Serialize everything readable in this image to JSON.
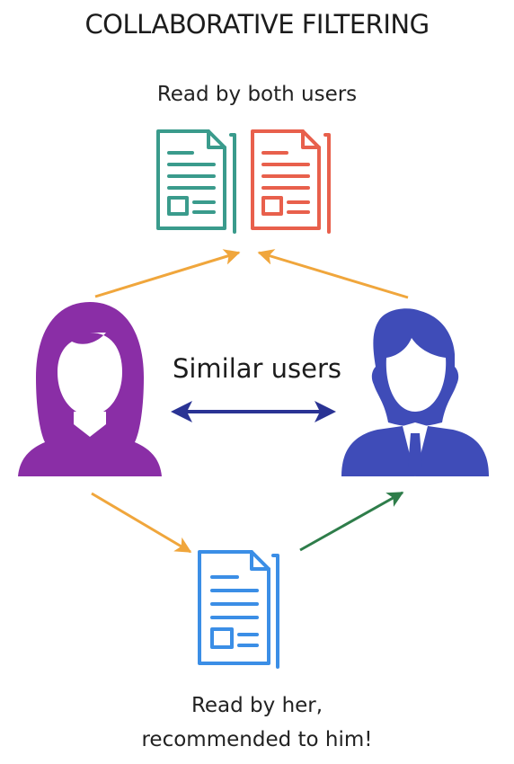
{
  "title": "COLLABORATIVE FILTERING",
  "top_caption": "Read by both users",
  "middle_label": "Similar users",
  "bottom_caption": {
    "line1": "Read by her,",
    "line2": "recommended to him!"
  },
  "colors": {
    "doc_green": "#3a9b8c",
    "doc_red": "#e8604c",
    "doc_blue": "#3b8ee6",
    "woman": "#8a2ea6",
    "man": "#3f4cb8",
    "arrow_orange": "#f0a63c",
    "arrow_green": "#2e7d4a",
    "arrow_navy": "#2a3394"
  },
  "icons": [
    "document-icon",
    "woman-user-icon",
    "man-user-icon",
    "arrow-icon"
  ]
}
